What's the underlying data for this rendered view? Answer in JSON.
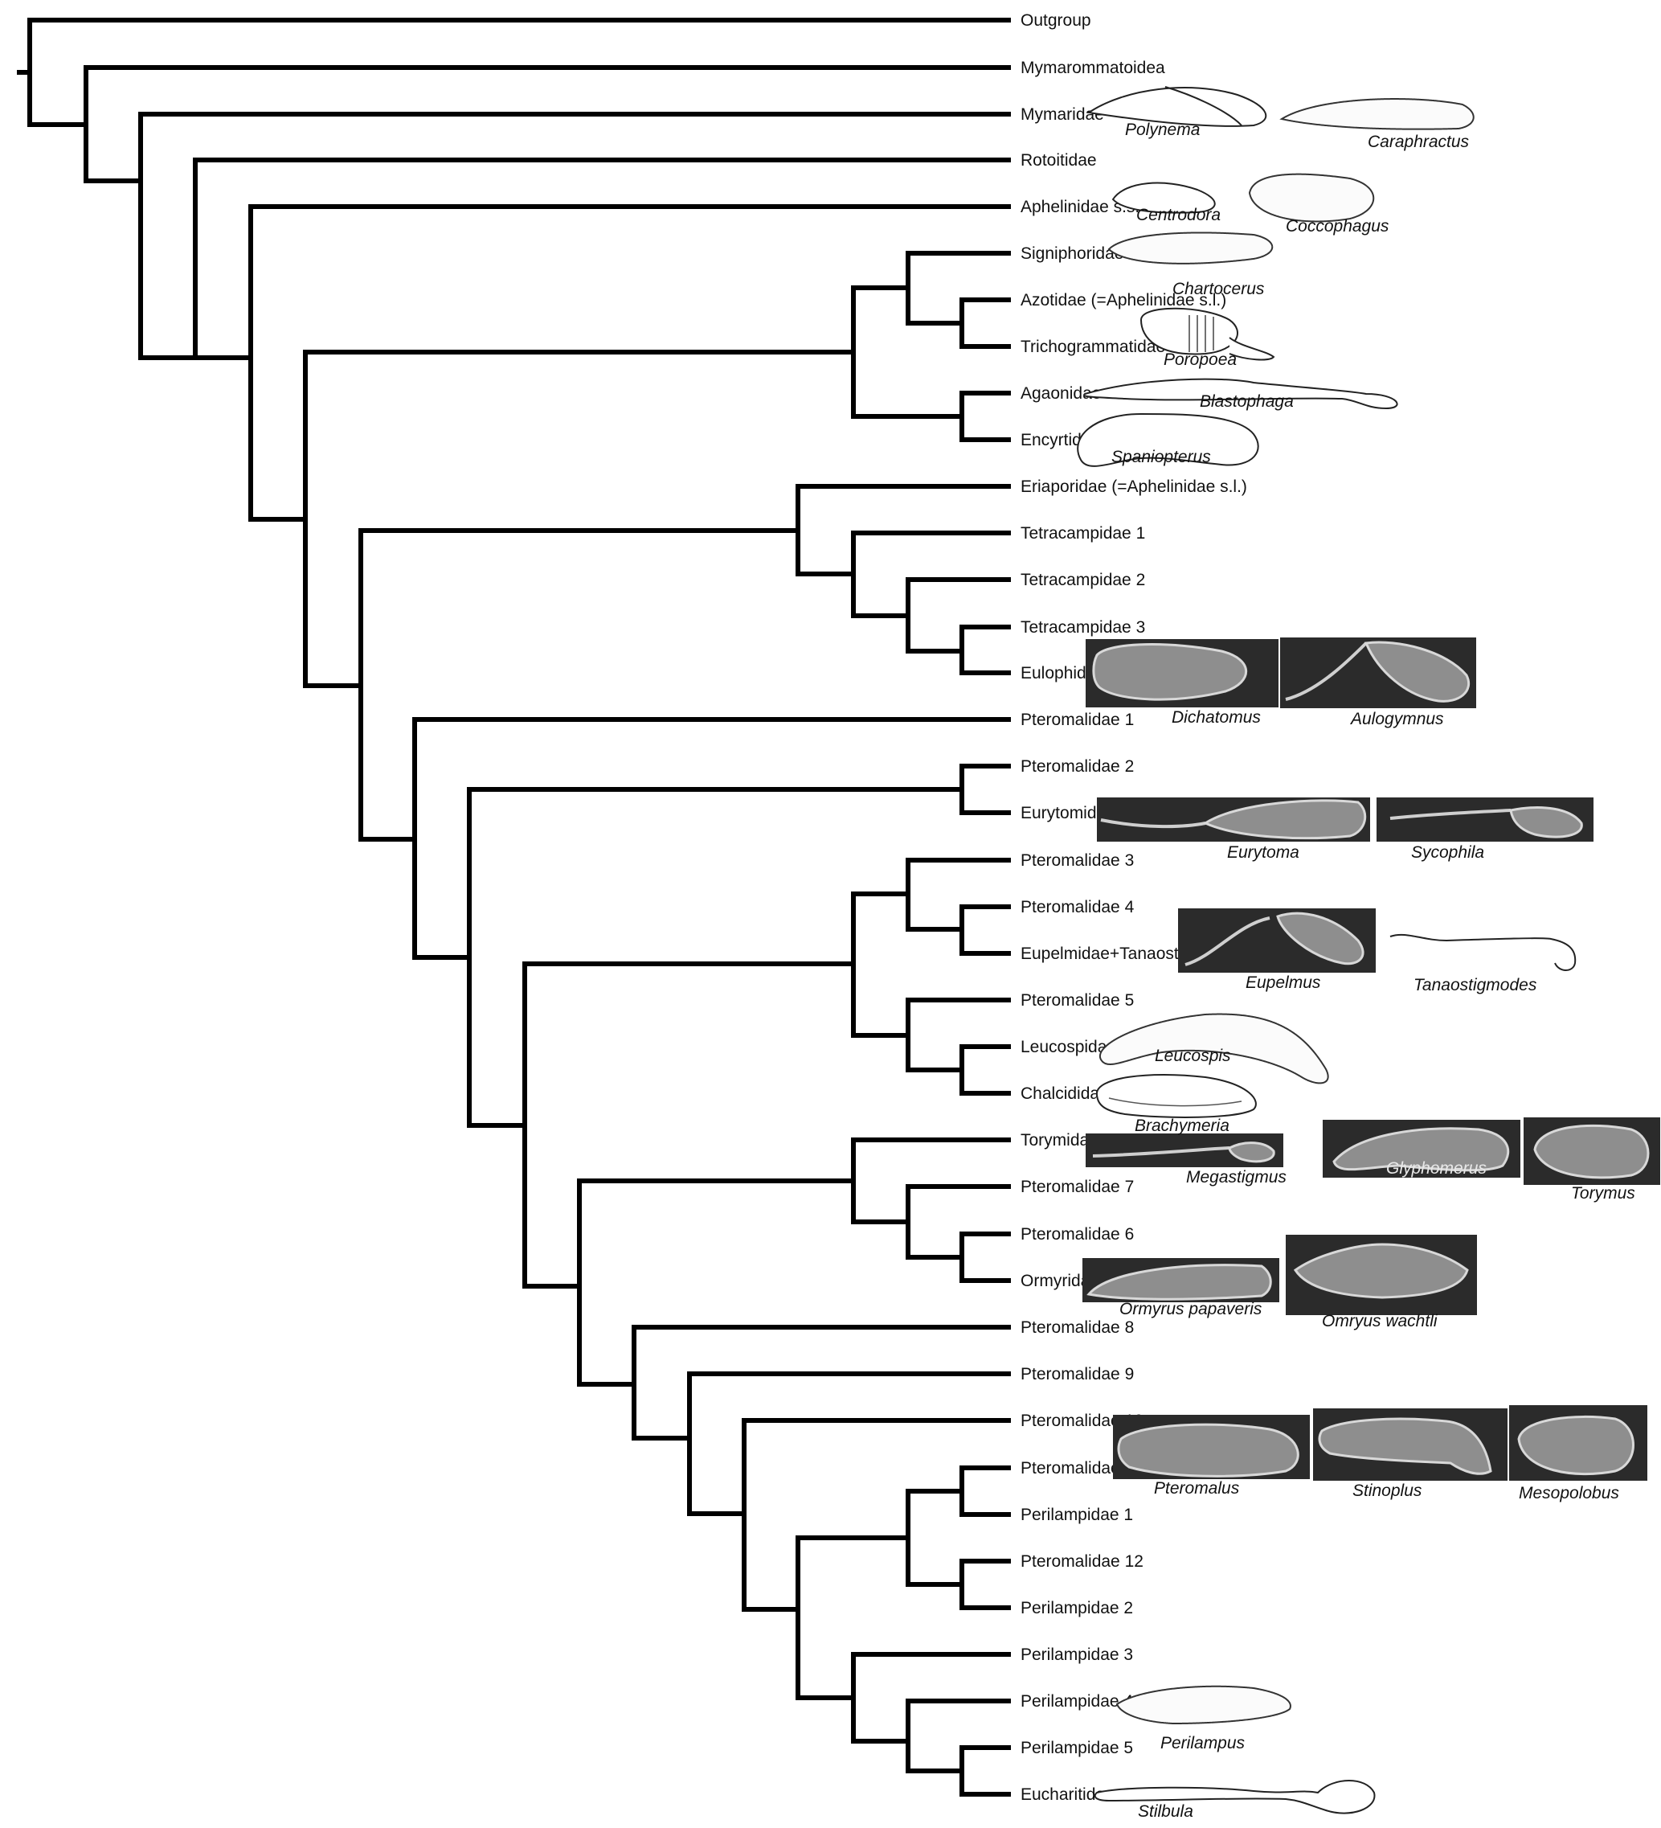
{
  "tree": {
    "taxa": [
      "Outgroup",
      "Mymarommatoidea",
      "Mymaridae",
      "Rotoitidae",
      "Aphelinidae s.s.",
      "Signiphoridae",
      "Azotidae (=Aphelinidae s.l.)",
      "Trichogrammatidae",
      "Agaonidae",
      "Encyrtidae",
      "Eriaporidae (=Aphelinidae s.l.)",
      "Tetracampidae 1",
      "Tetracampidae 2",
      "Tetracampidae 3",
      "Eulophidae",
      "Pteromalidae 1",
      "Pteromalidae 2",
      "Eurytomidae",
      "Pteromalidae 3",
      "Pteromalidae 4",
      "Eupelmidae+Tanaostigmatidae",
      "Pteromalidae 5",
      "Leucospidae",
      "Chalcididae",
      "Torymidae",
      "Pteromalidae 7",
      "Pteromalidae 6",
      "Ormyridae",
      "Pteromalidae 8",
      "Pteromalidae 9",
      "Pteromalidae 10",
      "Pteromalidae 11",
      "Perilampidae 1",
      "Pteromalidae 12",
      "Perilampidae 2",
      "Perilampidae 3",
      "Perilampidae 4",
      "Perilampidae 5",
      "Eucharitidae"
    ]
  },
  "egg_images": [
    {
      "genus": "Polynema",
      "style": "drawing"
    },
    {
      "genus": "Caraphractus",
      "style": "drawing"
    },
    {
      "genus": "Centrodora",
      "style": "drawing"
    },
    {
      "genus": "Coccophagus",
      "style": "drawing"
    },
    {
      "genus": "Chartocerus",
      "style": "drawing"
    },
    {
      "genus": "Poropoea",
      "style": "drawing"
    },
    {
      "genus": "Blastophaga",
      "style": "drawing"
    },
    {
      "genus": "Spaniopterus",
      "style": "drawing"
    },
    {
      "genus": "Dichatomus",
      "style": "micrograph"
    },
    {
      "genus": "Aulogymnus",
      "style": "micrograph"
    },
    {
      "genus": "Eurytoma",
      "style": "micrograph"
    },
    {
      "genus": "Sycophila",
      "style": "micrograph"
    },
    {
      "genus": "Eupelmus",
      "style": "micrograph"
    },
    {
      "genus": "Tanaostigmodes",
      "style": "drawing"
    },
    {
      "genus": "Leucospis",
      "style": "drawing"
    },
    {
      "genus": "Brachymeria",
      "style": "drawing"
    },
    {
      "genus": "Megastigmus",
      "style": "micrograph"
    },
    {
      "genus": "Glyphomerus",
      "style": "micrograph"
    },
    {
      "genus": "Torymus",
      "style": "micrograph"
    },
    {
      "genus": "Ormyrus papaveris",
      "style": "micrograph"
    },
    {
      "genus": "Omryus wachtli",
      "style": "micrograph"
    },
    {
      "genus": "Pteromalus",
      "style": "micrograph"
    },
    {
      "genus": "Stinoplus",
      "style": "micrograph"
    },
    {
      "genus": "Mesopolobus",
      "style": "micrograph"
    },
    {
      "genus": "Perilampus",
      "style": "drawing"
    },
    {
      "genus": "Stilbula",
      "style": "drawing"
    }
  ]
}
